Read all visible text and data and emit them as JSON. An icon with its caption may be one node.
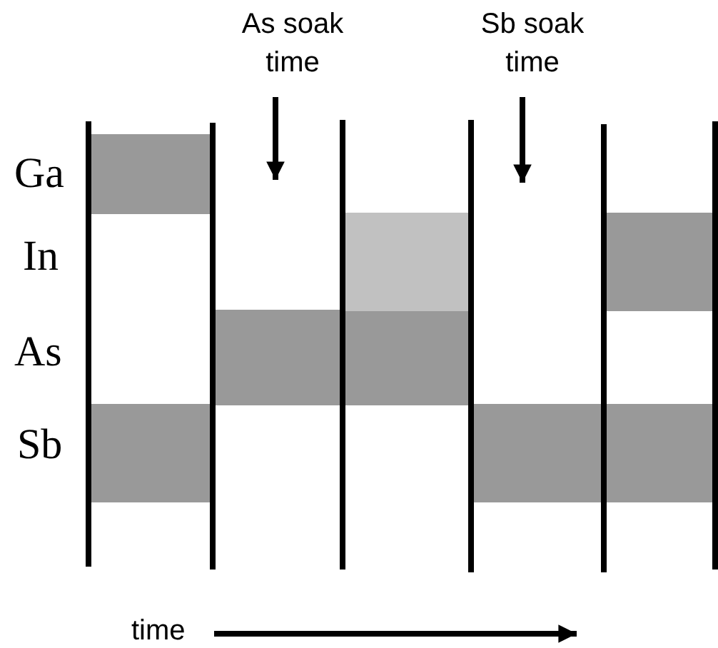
{
  "diagram": {
    "nodes": [
      {
        "text": [
          "As soak time"
        ]
      },
      {
        "text": [
          "Sb soak time"
        ]
      },
      {
        "text": [],
        "shape": "bar"
      },
      {
        "text": [],
        "shape": "bar"
      },
      {
        "text": [],
        "shape": "bar"
      },
      {
        "text": [],
        "shape": "bar"
      },
      {
        "text": [],
        "shape": "bar"
      },
      {
        "text": [],
        "shape": "bar"
      }
    ],
    "edges": [
      {
        "from": 0,
        "to": null,
        "arrow": "to"
      },
      {
        "from": 1,
        "to": null,
        "arrow": "to"
      }
    ],
    "labels": [
      "Ga",
      "In",
      "As",
      "Sb",
      "time"
    ]
  }
}
